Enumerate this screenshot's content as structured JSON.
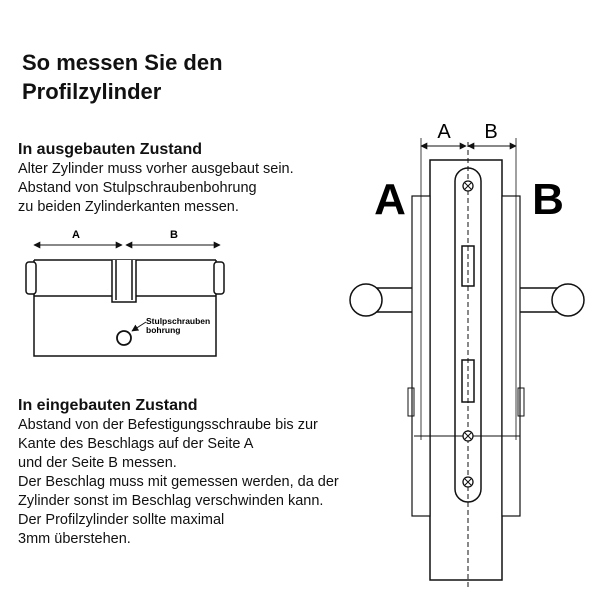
{
  "title_lines": [
    "So messen Sie den",
    "Profilzylinder"
  ],
  "section1": {
    "heading": "In ausgebauten Zustand",
    "lines": [
      "Alter Zylinder muss vorher ausgebaut sein.",
      "Abstand von Stulpschraubenbohrung",
      "zu beiden Zylinderkanten messen."
    ]
  },
  "cylinder_diagram": {
    "label_a": "A",
    "label_b": "B",
    "callout_lines": [
      "Stulpschrauben",
      "bohrung"
    ]
  },
  "section2": {
    "heading": "In eingebauten Zustand",
    "lines": [
      "Abstand von der Befestigungsschraube bis zur",
      "Kante des Beschlags auf der Seite A",
      "und der Seite B messen.",
      "Der Beschlag muss mit gemessen werden, da der",
      "Zylinder sonst im Beschlag verschwinden kann.",
      "Der Profilzylinder sollte maximal",
      "3mm überstehen."
    ]
  },
  "door_diagram": {
    "dim_a": "A",
    "dim_b": "B",
    "side_a": "A",
    "side_b": "B"
  },
  "colors": {
    "ink": "#111111",
    "background": "#ffffff"
  }
}
